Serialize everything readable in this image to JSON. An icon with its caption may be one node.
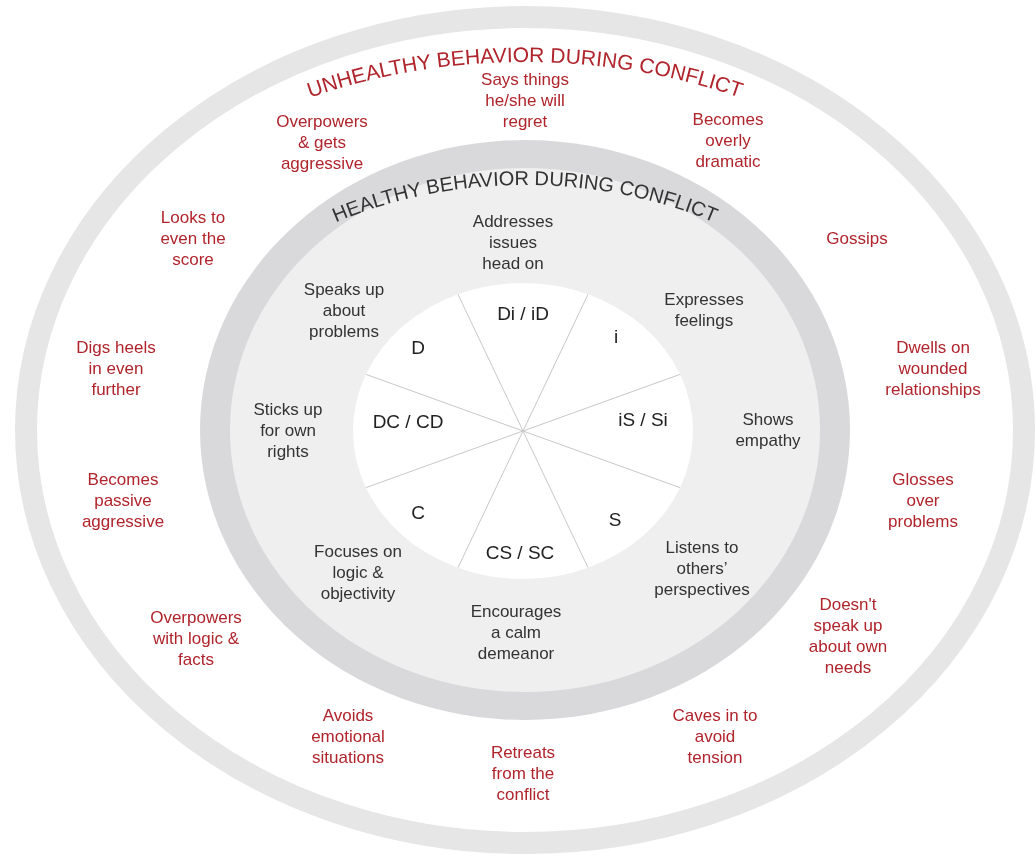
{
  "diagram": {
    "nodes": [
      {
        "text": [
          "UNHEALTHY BEHAVIOR DURING CONFLICT"
        ]
      },
      {
        "text": [
          "HEALTHY BEHAVIOR DURING CONFLICT"
        ],
        "in": 0
      },
      {
        "text": [],
        "shape": "circle",
        "in": 1
      }
    ],
    "labels": [
      "Overpowers & gets aggressive",
      "Says things he/she will regret",
      "Becomes overly dramatic",
      "Looks to even the score",
      "Addresses issues head on",
      "Gossips",
      "Speaks up about problems",
      "Di / iD",
      "Expresses feelings",
      "D",
      "i",
      "Digs heels in even further",
      "Dwells on wounded relationships",
      "Sticks up for own rights",
      "DC / CD",
      "iS / Si",
      "Shows empathy",
      "Becomes passive aggressive",
      "Glosses over problems",
      "C",
      "S",
      "CS / SC",
      "Focuses on logic & objectivity",
      "Listens to others’ perspectives",
      "Overpowers with logic & facts",
      "Encourages a calm demeanor",
      "Doesn't speak up about own needs",
      "Avoids emotional situations",
      "Retreats from the conflict",
      "Caves in to avoid tension"
    ]
  }
}
